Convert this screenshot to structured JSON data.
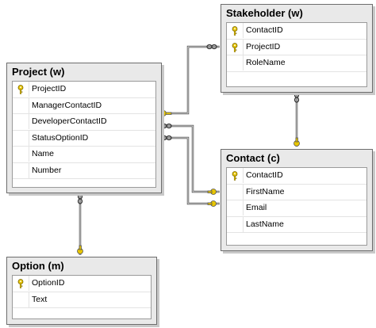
{
  "tables": {
    "project": {
      "title": "Project (w)",
      "columns": [
        {
          "name": "ProjectID",
          "key": true
        },
        {
          "name": "ManagerContactID",
          "key": false
        },
        {
          "name": "DeveloperContactID",
          "key": false
        },
        {
          "name": "StatusOptionID",
          "key": false
        },
        {
          "name": "Name",
          "key": false
        },
        {
          "name": "Number",
          "key": false
        }
      ]
    },
    "stakeholder": {
      "title": "Stakeholder (w)",
      "columns": [
        {
          "name": "ContactID",
          "key": true
        },
        {
          "name": "ProjectID",
          "key": true
        },
        {
          "name": "RoleName",
          "key": false
        }
      ]
    },
    "contact": {
      "title": "Contact (c)",
      "columns": [
        {
          "name": "ContactID",
          "key": true
        },
        {
          "name": "FirstName",
          "key": false
        },
        {
          "name": "Email",
          "key": false
        },
        {
          "name": "LastName",
          "key": false
        }
      ]
    },
    "option": {
      "title": "Option (m)",
      "columns": [
        {
          "name": "OptionID",
          "key": true
        },
        {
          "name": "Text",
          "key": false
        }
      ]
    }
  },
  "colors": {
    "key_icon": "#e8c600",
    "line": "#555555",
    "border": "#6d6d6d",
    "header_bg": "#e9e9e9"
  }
}
